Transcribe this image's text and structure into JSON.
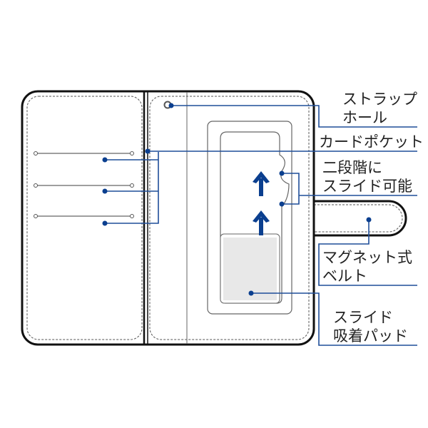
{
  "labels": {
    "strap_hole": [
      "ストラップ",
      "ホール"
    ],
    "card_pocket": "カードポケット",
    "two_stage_slide": [
      "二段階に",
      "スライド可能"
    ],
    "magnetic_belt": [
      "マグネット式",
      "ベルト"
    ],
    "slide_suction_pad": [
      "スライド",
      "吸着パッド"
    ]
  },
  "colors": {
    "leader": "#1f4e99",
    "pad": "#e8e8e8",
    "arrow": "#0b3f8f"
  }
}
